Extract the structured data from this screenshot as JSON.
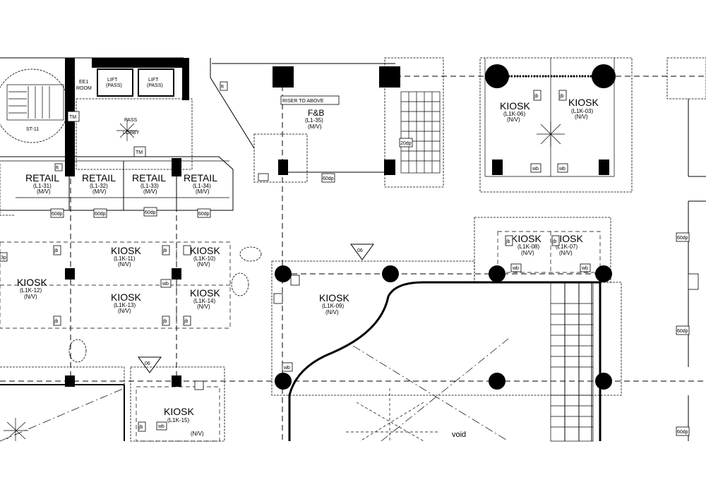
{
  "rooms": {
    "retail_1": {
      "name": "RETAIL",
      "code": "(L1-31)",
      "status": "(M/V)"
    },
    "retail_2": {
      "name": "RETAIL",
      "code": "(L1-32)",
      "status": "(M/V)"
    },
    "retail_3": {
      "name": "RETAIL",
      "code": "(L1-33)",
      "status": "(M/V)"
    },
    "retail_4": {
      "name": "RETAIL",
      "code": "(L1-34)",
      "status": "(M/V)"
    },
    "fnb": {
      "name": "F&B",
      "code": "(L1-35)",
      "status": "(M/V)"
    },
    "kiosk_06": {
      "name": "KIOSK",
      "code": "(L1K-06)",
      "status": "(N/V)"
    },
    "kiosk_03": {
      "name": "KIOSK",
      "code": "(L1K-03)",
      "status": "(N/V)"
    },
    "kiosk_08": {
      "name": "KIOSK",
      "code": "(L1K-08)",
      "status": "(N/V)"
    },
    "kiosk_07": {
      "name": "KIOSK",
      "code": "(L1K-07)",
      "status": "(N/V)"
    },
    "kiosk_11": {
      "name": "KIOSK",
      "code": "(L1K-11)",
      "status": "(N/V)"
    },
    "kiosk_10": {
      "name": "KIOSK",
      "code": "(L1K-10)",
      "status": "(N/V)"
    },
    "kiosk_12": {
      "name": "KIOSK",
      "code": "(L1K-12)",
      "status": "(N/V)"
    },
    "kiosk_13": {
      "name": "KIOSK",
      "code": "(L1K-13)",
      "status": "(N/V)"
    },
    "kiosk_14": {
      "name": "KIOSK",
      "code": "(L1K-14)",
      "status": "(N/V)"
    },
    "kiosk_09": {
      "name": "KIOSK",
      "code": "(L1K-09)",
      "status": "(N/V)"
    },
    "kiosk_15": {
      "name": "KIOSK",
      "code": "(L1K-15)",
      "status": "(N/V)"
    }
  },
  "labels": {
    "riser": "RISER TO ABOVE",
    "void": "void",
    "stair": "ST-11",
    "ee1": "EE1",
    "room": "ROOM",
    "pass_lobby": "PASS",
    "lobby": "LOBBY",
    "lift_1": "LIFT",
    "lift_1b": "(PASS)",
    "lift_2": "LIFT",
    "lift_2b": "(PASS)",
    "grid_06_a": "06",
    "grid_06_b": "06"
  },
  "tags": {
    "dp60": "60dp",
    "dp20": "20dp",
    "wb": "wb",
    "jb": "jb",
    "ft": "ft",
    "tm": "TM",
    "ep": "3p"
  }
}
